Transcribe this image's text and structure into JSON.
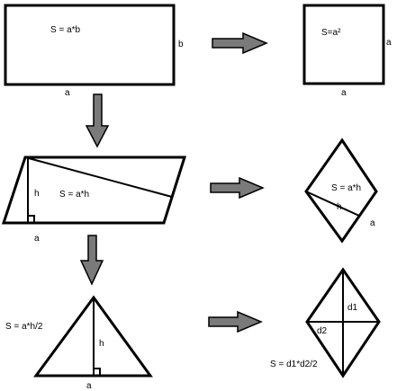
{
  "colors": {
    "stroke": "#000000",
    "arrow_fill": "#7a7a7a",
    "background": "#ffffff"
  },
  "rectangle": {
    "formula": "S = a*b",
    "side_bottom": "a",
    "side_right": "b"
  },
  "square": {
    "formula": "S=a²",
    "side_bottom": "a",
    "side_right": "a"
  },
  "parallelogram": {
    "formula": "S = a*h",
    "height": "h",
    "base": "a"
  },
  "rhombus_top": {
    "formula": "S = a*h",
    "height": "h",
    "side": "a"
  },
  "triangle": {
    "formula": "S = a*h/2",
    "height": "h",
    "base": "a"
  },
  "rhombus_bottom": {
    "formula": "S = d1*d2/2",
    "diagonal1": "d1",
    "diagonal2": "d2"
  }
}
